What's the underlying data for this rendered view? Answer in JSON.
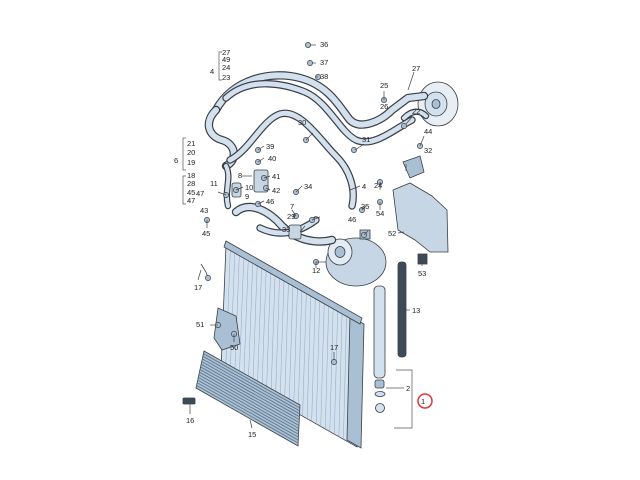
{
  "diagram": {
    "colors": {
      "part_fill": "#d3e1ee",
      "part_shade": "#a9bfd3",
      "outline": "#3a3f45",
      "highlight_circle": "#d83a3a"
    },
    "callouts": {
      "n36": "36",
      "n27a": "27",
      "n4a": "4",
      "n49": "49",
      "n24a": "24",
      "n23": "23",
      "n37": "37",
      "n38": "38",
      "n25": "25",
      "n27b": "27",
      "n26": "26",
      "n30": "30",
      "n31": "31",
      "n22": "22",
      "n44": "44",
      "n32": "32",
      "n21": "21",
      "n20": "20",
      "n19": "19",
      "n6": "6",
      "n18": "18",
      "n28": "28",
      "n45": "45",
      "n47a": "47",
      "n39": "39",
      "n40": "40",
      "n8": "8",
      "n41": "41",
      "n42": "42",
      "n34": "34",
      "n4b": "4",
      "n11": "11",
      "n10": "10",
      "n9": "9",
      "n47b": "47",
      "n43": "43",
      "n46a": "46",
      "n7": "7",
      "n35": "35",
      "n29": "29",
      "n24b": "24",
      "n54": "54",
      "n52": "52",
      "n46b": "46",
      "n33": "33",
      "n53": "53",
      "n45b": "45",
      "n12": "12",
      "n17a": "17",
      "n13": "13",
      "n51": "51",
      "n50": "50",
      "n17b": "17",
      "n2": "2",
      "n1": "1",
      "n16": "16",
      "n15": "15"
    }
  }
}
